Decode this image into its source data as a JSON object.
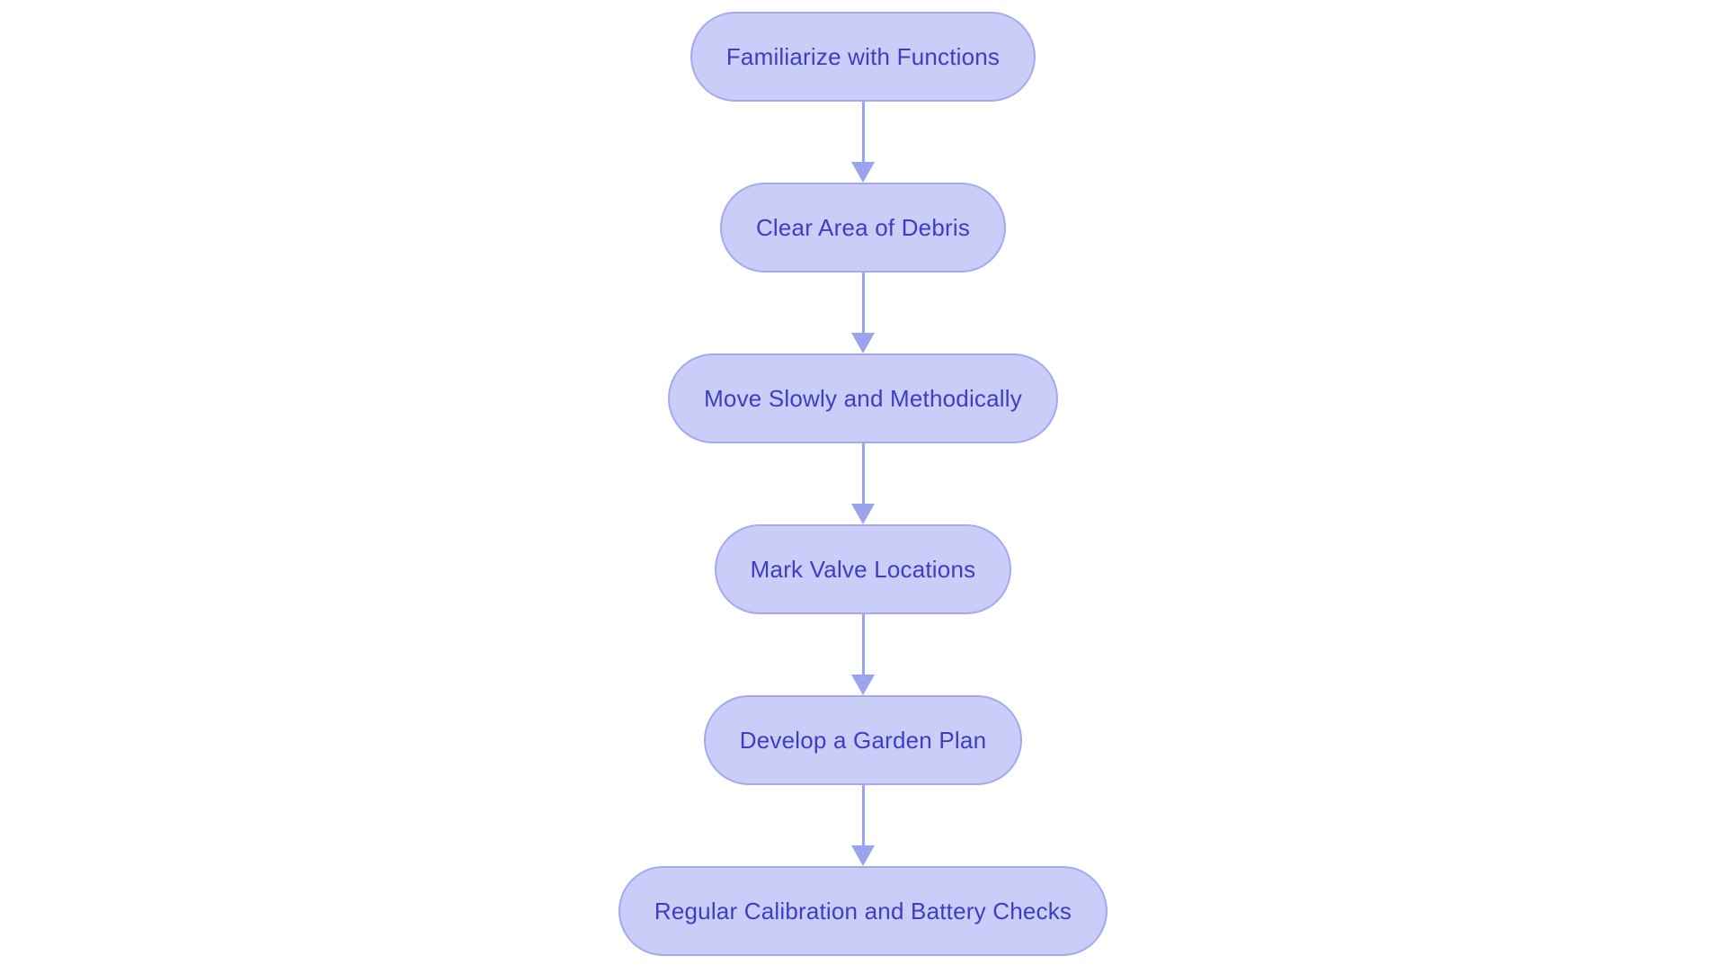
{
  "flowchart": {
    "type": "flowchart",
    "direction": "top-down",
    "nodes": [
      {
        "label": "Familiarize with Functions"
      },
      {
        "label": "Clear Area of Debris"
      },
      {
        "label": "Move Slowly and Methodically"
      },
      {
        "label": "Mark Valve Locations"
      },
      {
        "label": "Develop a Garden Plan"
      },
      {
        "label": "Regular Calibration and Battery Checks"
      }
    ],
    "colors": {
      "node_fill": "#c9cdf8",
      "node_border": "#a3aaf0",
      "arrow": "#9aa4ee",
      "text": "#3d3ec2",
      "background": "#ffffff"
    }
  }
}
